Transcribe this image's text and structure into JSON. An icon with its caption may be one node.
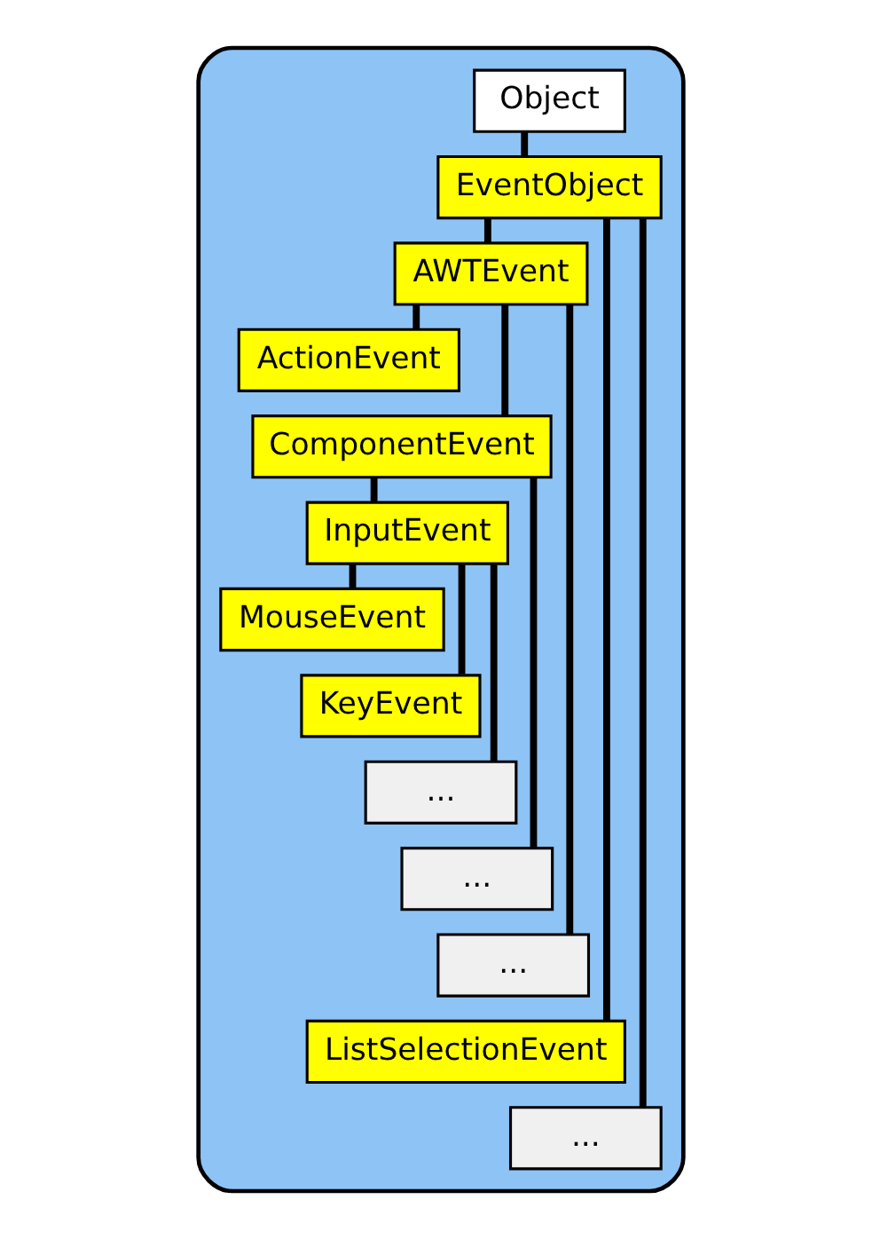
{
  "diagram": {
    "nodes": [
      {
        "text": [],
        "shape": "box"
      },
      {
        "text": [
          "Object"
        ],
        "in": 0
      },
      {
        "text": [
          "EventObject"
        ],
        "in": 0
      },
      {
        "text": [
          "AWTEvent"
        ],
        "in": 0
      },
      {
        "text": [
          "ActionEvent"
        ],
        "in": 0
      },
      {
        "text": [
          "ComponentEvent"
        ],
        "in": 0
      },
      {
        "text": [
          "InputEvent"
        ],
        "in": 0
      },
      {
        "text": [
          "MouseEvent"
        ],
        "in": 0
      },
      {
        "text": [
          "KeyEvent"
        ],
        "in": 0
      },
      {
        "text": [
          "..."
        ],
        "in": 0
      },
      {
        "text": [
          "..."
        ],
        "in": 0
      },
      {
        "text": [
          "..."
        ],
        "in": 0
      },
      {
        "text": [
          "ListSelectionEvent"
        ],
        "in": 0
      },
      {
        "text": [
          "..."
        ],
        "in": 0
      }
    ],
    "edges": [
      {
        "from": 1,
        "to": 2,
        "arrow": "none"
      },
      {
        "from": 2,
        "to": 3,
        "arrow": "none"
      },
      {
        "from": 3,
        "to": 4,
        "arrow": "none"
      },
      {
        "from": 3,
        "to": 5,
        "arrow": "none"
      },
      {
        "from": 5,
        "to": 6,
        "arrow": "none"
      },
      {
        "from": 6,
        "to": 7,
        "arrow": "none"
      },
      {
        "from": 6,
        "to": 8,
        "arrow": "none"
      },
      {
        "from": 6,
        "to": 9,
        "arrow": "none"
      },
      {
        "from": 5,
        "to": 10,
        "arrow": "none"
      },
      {
        "from": 3,
        "to": 11,
        "arrow": "none"
      },
      {
        "from": 2,
        "to": 12,
        "arrow": "none"
      },
      {
        "from": 2,
        "to": 13,
        "arrow": "none"
      }
    ]
  }
}
